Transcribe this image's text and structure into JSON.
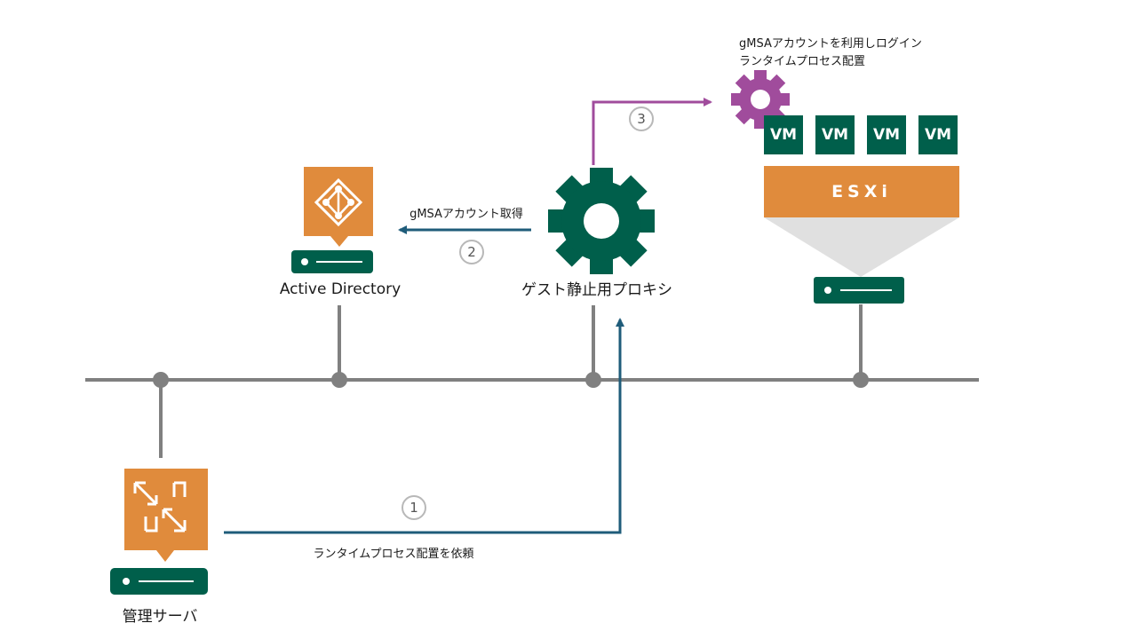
{
  "labels": {
    "active_directory": "Active Directory",
    "guest_proxy": "ゲスト静止用プロキシ",
    "management_server": "管理サーバ",
    "esxi": "ESXi",
    "vm": [
      "VM",
      "VM",
      "VM",
      "VM"
    ]
  },
  "steps": [
    {
      "number": "1",
      "label": "ランタイムプロセス配置を依頼"
    },
    {
      "number": "2",
      "label": "gMSAアカウント取得"
    },
    {
      "number": "3",
      "label_line1": "gMSAアカウントを利用しログイン",
      "label_line2": "ランタイムプロセス配置"
    }
  ],
  "colors": {
    "green": "#005f4b",
    "orange": "#e08b3c",
    "purple": "#a04c9c",
    "blue_arrow": "#1f5c7a",
    "network_gray": "#808080",
    "light_gray": "#e0e0e0"
  },
  "icons": {
    "active_directory": "ad-diamond-icon",
    "management_server": "veeam-console-icon",
    "proxy": "gear-icon",
    "runtime": "gear-icon",
    "servers": "server-icon"
  }
}
